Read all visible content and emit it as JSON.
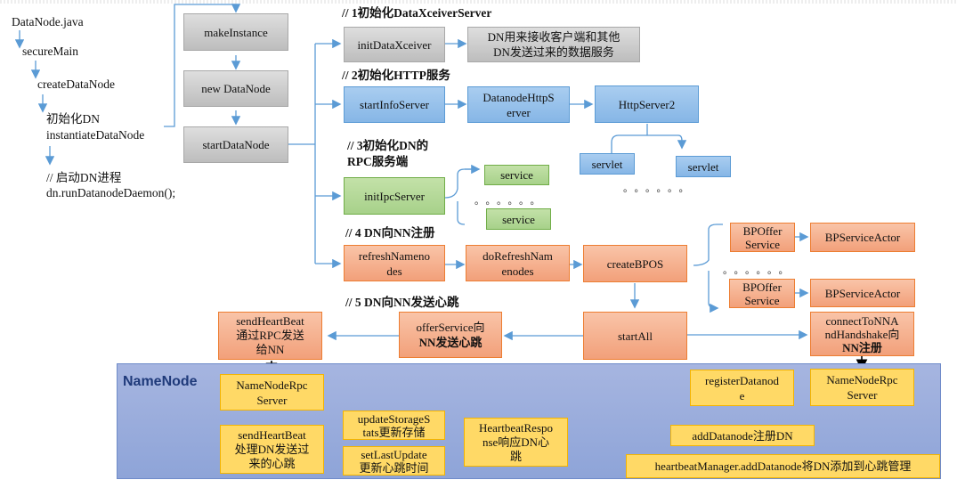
{
  "left_column": {
    "datanode_java": "DataNode.java",
    "secure_main": "secureMain",
    "create_datanode": "createDataNode",
    "init_dn_line1": "初始化DN",
    "init_dn_line2": "instantiateDataNode",
    "start_dn_comment": "// 启动DN进程",
    "run_daemon": "dn.runDatanodeDaemon();"
  },
  "init_chain": {
    "make_instance": "makeInstance",
    "new_datanode": "new DataNode",
    "start_datanode": "startDataNode"
  },
  "section1": {
    "label": "// 1初始化DataXceiverServer",
    "init_data_xceiver": "initDataXceiver",
    "desc_line1": "DN用来接收客户端和其他",
    "desc_line2": "DN发送过来的数据服务"
  },
  "section2": {
    "label": "// 2初始化HTTP服务",
    "start_info_server": "startInfoServer",
    "datanode_http_server_l1": "DatanodeHttpS",
    "datanode_http_server_l2": "erver",
    "http_server2": "HttpServer2",
    "servlet_a": "servlet",
    "servlet_b": "servlet",
    "ellipsis": "。。。。。。"
  },
  "section3": {
    "label_line1": "// 3初始化DN的",
    "label_line2": "RPC服务端",
    "init_ipc_server": "initIpcServer",
    "service_a": "service",
    "service_b": "service",
    "ellipsis": "。。。。。。"
  },
  "section4": {
    "label": "// 4 DN向NN注册",
    "refresh_namenodes_l1": "refreshNameno",
    "refresh_namenodes_l2": "des",
    "do_refresh_l1": "doRefreshNam",
    "do_refresh_l2": "enodes",
    "create_bpos": "createBPOS",
    "bpoffer_a_l1": "BPOffer",
    "bpoffer_a_l2": "Service",
    "bpoffer_b_l1": "BPOffer",
    "bpoffer_b_l2": "Service",
    "actor_a": "BPServiceActor",
    "actor_b": "BPServiceActor",
    "ellipsis": "。。。。。。"
  },
  "section5": {
    "label": "// 5 DN向NN发送心跳",
    "start_all": "startAll",
    "offer_service_l1": "offerService向",
    "offer_service_l2": "NN发送心跳",
    "send_hb_l1": "sendHeartBeat",
    "send_hb_l2": "通过RPC发送",
    "send_hb_l3": "给NN",
    "connect_l1": "connectToNNA",
    "connect_l2": "ndHandshake向",
    "connect_l3": "NN注册"
  },
  "namenode": {
    "title": "NameNode",
    "rpc_server_left_l1": "NameNodeRpc",
    "rpc_server_left_l2": "Server",
    "send_hb_l1": "sendHeartBeat",
    "send_hb_l2": "处理DN发送过",
    "send_hb_l3": "来的心跳",
    "update_storage_l1": "updateStorageS",
    "update_storage_l2": "tats更新存储",
    "set_last_update_l1": "setLastUpdate",
    "set_last_update_l2": "更新心跳时间",
    "hb_response_l1": "HeartbeatRespo",
    "hb_response_l2": "nse响应DN心",
    "hb_response_l3": "跳",
    "register_dn_l1": "registerDatanod",
    "register_dn_l2": "e",
    "rpc_server_right_l1": "NameNodeRpc",
    "rpc_server_right_l2": "Server",
    "add_datanode": "addDatanode注册DN",
    "heartbeat_manager": "heartbeatManager.addDatanode将DN添加到心跳管理"
  },
  "colors": {
    "gray": "#c8c8c8",
    "blue": "#9dc3e6",
    "green": "#a9d18e",
    "orange": "#f4b183",
    "yellow": "#ffd966",
    "namenode_bg": "#8faadc",
    "connector": "#5b9bd5"
  }
}
